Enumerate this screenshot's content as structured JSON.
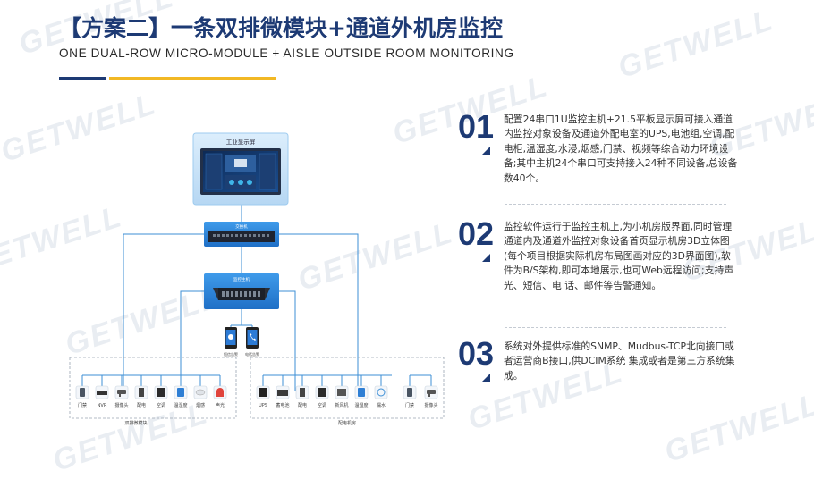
{
  "watermark": "GETWELL",
  "header": {
    "title": "【方案二】一条双排微模块+通道外机房监控",
    "subtitle": "ONE DUAL-ROW MICRO-MODULE + AISLE OUTSIDE ROOM MONITORING"
  },
  "diagram": {
    "display_label": "工业显示屏",
    "switch_label": "交换机",
    "host_label": "监控主机",
    "phone_labels": [
      "短信告警",
      "电话告警"
    ],
    "left_group_label": "双排微模块",
    "right_group_label": "配电机房",
    "left_devices": [
      "门禁",
      "NVR",
      "摄像头",
      "配电",
      "空调",
      "温湿度",
      "烟感",
      "声光"
    ],
    "right_devices": [
      "UPS",
      "蓄电池",
      "配电",
      "空调",
      "新风机",
      "温湿度",
      "漏水",
      "门禁",
      "摄像头"
    ]
  },
  "points": [
    {
      "num": "01",
      "text": "配置24串口1U监控主机+21.5平板显示屏可接入通道内监控对象设备及通道外配电室的UPS,电池组,空调,配电柜,温湿度,水浸,烟感,门禁、视频等综合动力环境设备;其中主机24个串口可支持接入24种不同设备,总设备数40个。"
    },
    {
      "num": "02",
      "text": "监控软件运行于监控主机上,为小机房版界面,同时管理通道内及通道外监控对象设备首页显示机房3D立体图(每个项目根据实际机房布局图画对应的3D界面图),软件为B/S架构,即可本地展示,也可Web远程访问;支持声光、短信、电 话、邮件等告警通知。"
    },
    {
      "num": "03",
      "text": "系统对外提供标准的SNMP、Mudbus-TCP北向接口或者运营商B接口,供DCIM系统 集成或者是第三方系统集成。"
    }
  ],
  "colors": {
    "navy": "#1d3a74",
    "gold": "#f2b824",
    "line": "#3d8fd6"
  }
}
